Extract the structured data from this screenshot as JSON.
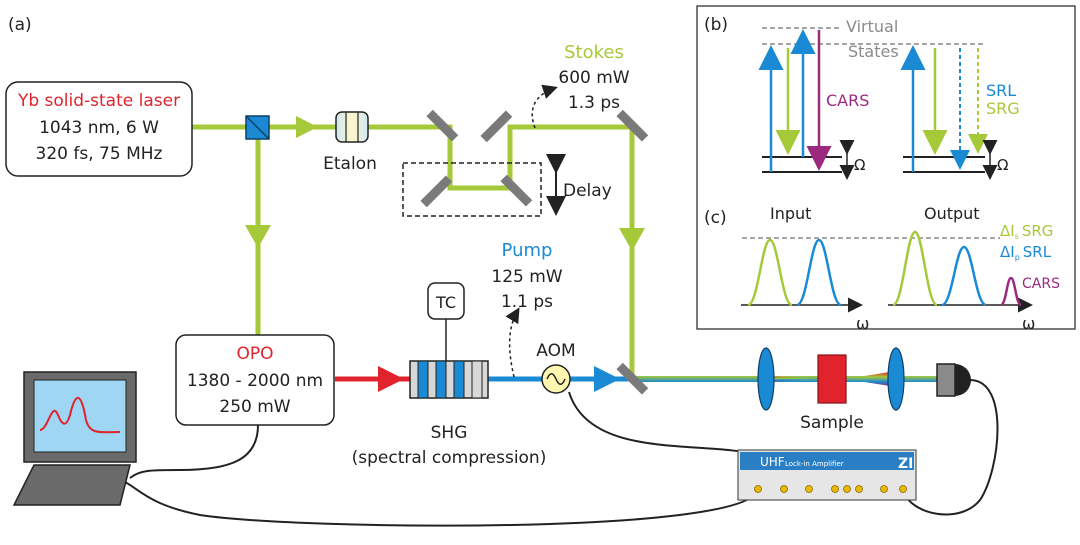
{
  "panel_a": {
    "tag": "(a)",
    "laser": {
      "title": "Yb solid-state laser",
      "line1": "1043 nm, 6 W",
      "line2": "320 fs, 75 MHz"
    },
    "etalon": "Etalon",
    "stokes": {
      "title": "Stokes",
      "power": "600 mW",
      "duration": "1.3 ps"
    },
    "delay": "Delay",
    "pump": {
      "title": "Pump",
      "power": "125 mW",
      "duration": "1.1 ps"
    },
    "tc": "TC",
    "aom": "AOM",
    "opo": {
      "title": "OPO",
      "line1": "1380 - 2000 nm",
      "line2": "250 mW"
    },
    "shg": {
      "line1": "SHG",
      "line2": "(spectral compression)"
    },
    "sample": "Sample",
    "lockin": {
      "brand": "UHF",
      "sub": "Lock-in Amplifier",
      "logo": "ZI"
    }
  },
  "panel_b": {
    "tag": "(b)",
    "virtual": "Virtual",
    "states": "States",
    "cars": "CARS",
    "srl": "SRL",
    "srg": "SRG",
    "omega": "Ω"
  },
  "panel_c": {
    "tag": "(c)",
    "input": "Input",
    "output": "Output",
    "delta1": "ΔI",
    "delta1_sub": "s",
    "delta1_label": "SRG",
    "delta2": "ΔI",
    "delta2_sub": "p",
    "delta2_label": "SRL",
    "cars": "CARS",
    "axis": "ω"
  },
  "colors": {
    "green": "#a6c93a",
    "blue": "#1a8ad4",
    "red": "#e0232c",
    "purple": "#9b2a7f",
    "gray": "#8a8a8a",
    "dark": "#222222"
  }
}
